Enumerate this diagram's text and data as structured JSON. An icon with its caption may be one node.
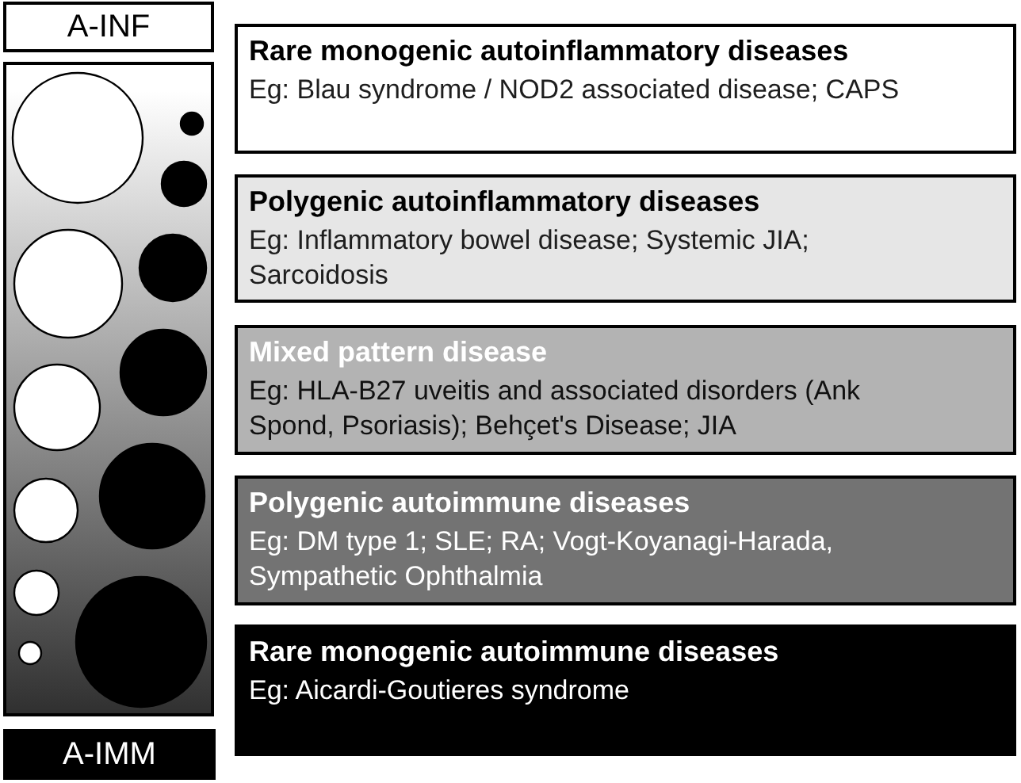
{
  "diagram": {
    "nodes": [
      {
        "text": [
          "A-INF"
        ]
      },
      {
        "text": [
          "Rare monogenic autoinflammatory diseases",
          "Eg: Blau syndrome / NOD2 associated disease; CAPS"
        ]
      },
      {
        "text": [
          "Polygenic autoinflammatory diseases",
          "Eg: Inflammatory bowel disease; Systemic JIA; Sarcoidosis"
        ]
      },
      {
        "text": [
          "Mixed pattern disease",
          "Eg: HLA-B27 uveitis and associated disorders (Ank Spond, Psoriasis); Behçet's Disease; JIA"
        ]
      },
      {
        "text": [
          "Polygenic autoimmune diseases",
          "Eg: DM type 1; SLE; RA; Vogt-Koyanagi-Harada, Sympathetic Ophthalmia"
        ]
      },
      {
        "text": [
          "Rare monogenic autoimmune diseases",
          "Eg: Aicardi-Goutieres syndrome"
        ]
      },
      {
        "text": [
          "A-IMM"
        ]
      }
    ]
  }
}
